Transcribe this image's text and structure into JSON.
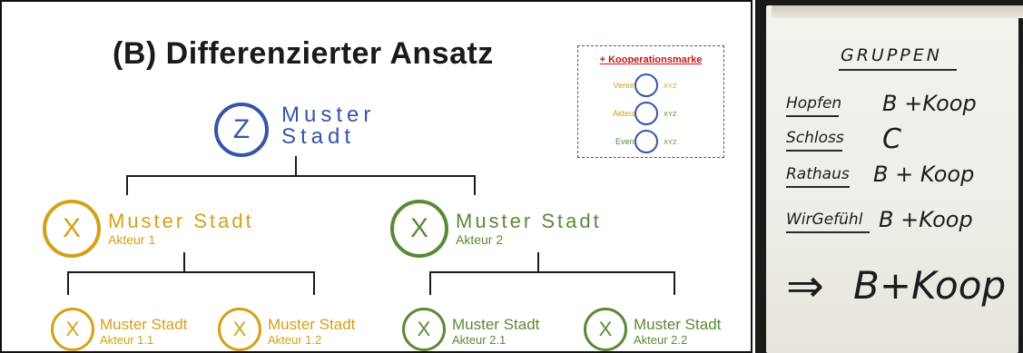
{
  "diagram": {
    "title": "(B) Differenzierter Ansatz",
    "colors": {
      "blue": "#3456a8",
      "gold": "#d4a017",
      "green": "#5a8a35",
      "red": "#c4161c"
    },
    "legend": {
      "title": "+ Kooperationsmarke",
      "rows": [
        {
          "name": "Verein",
          "color": "#d4a017",
          "value": "XYZ"
        },
        {
          "name": "Akteur",
          "color": "#d4a017",
          "value": "XYZ"
        },
        {
          "name": "Event",
          "color": "#5a8a35",
          "value": "XYZ"
        }
      ]
    },
    "root": {
      "letter": "Z",
      "line1": "Muster",
      "line2": "Stadt"
    },
    "level1": [
      {
        "letter": "X",
        "name": "Muster Stadt",
        "sub": "Akteur 1"
      },
      {
        "letter": "X",
        "name": "Muster Stadt",
        "sub": "Akteur 2"
      }
    ],
    "level2": [
      {
        "letter": "X",
        "name": "Muster Stadt",
        "sub": "Akteur 1.1"
      },
      {
        "letter": "X",
        "name": "Muster Stadt",
        "sub": "Akteur 1.2"
      },
      {
        "letter": "X",
        "name": "Muster Stadt",
        "sub": "Akteur 2.1"
      },
      {
        "letter": "X",
        "name": "Muster Stadt",
        "sub": "Akteur 2.2"
      }
    ]
  },
  "flipchart": {
    "heading": "GRUPPEN",
    "rows": [
      {
        "name": "Hopfen",
        "value": "B +Koop"
      },
      {
        "name": "Schloss",
        "value": "C"
      },
      {
        "name": "Rathaus",
        "value": "B + Koop"
      },
      {
        "name": "WirGefühl",
        "value": "B +Koop"
      }
    ],
    "result_arrow": "⇒",
    "result": "B+Koop"
  }
}
